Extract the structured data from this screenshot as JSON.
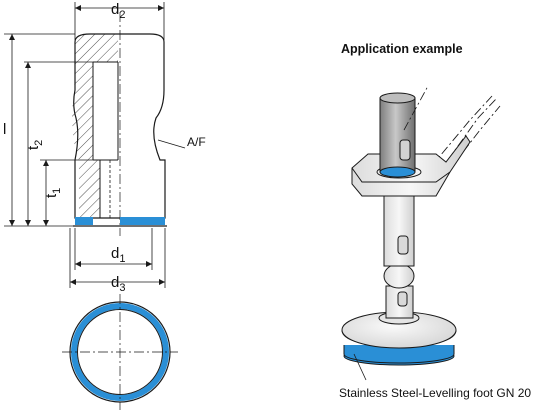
{
  "labels": {
    "d2": "d",
    "d2_sub": "2",
    "d1": "d",
    "d1_sub": "1",
    "d3": "d",
    "d3_sub": "3",
    "t2": "t",
    "t2_sub": "2",
    "t1": "t",
    "t1_sub": "1",
    "l": "l",
    "af": "A/F"
  },
  "application_title": "Application example",
  "caption": "Stainless Steel-Levelling foot GN 20",
  "colors": {
    "accent": "#2a8fd6",
    "line": "#1a1a1a",
    "metal_light": "#e6e6e6",
    "metal_mid": "#c9c9c9",
    "metal_dark": "#9c9c9c"
  }
}
